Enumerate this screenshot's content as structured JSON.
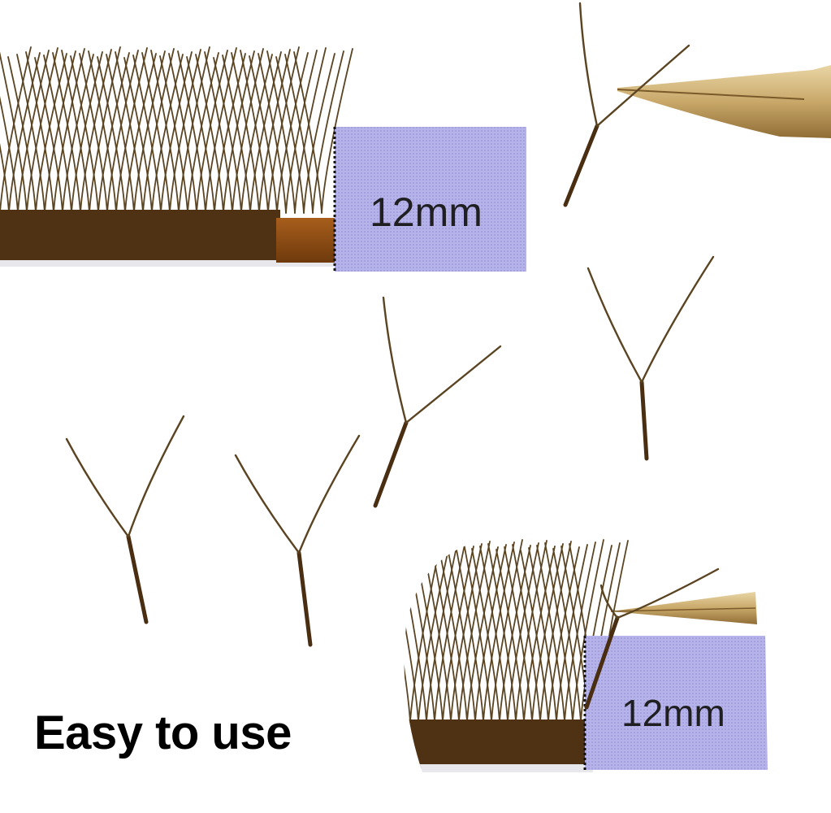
{
  "caption": "Easy to use",
  "top_strip": {
    "length_label": "12mm"
  },
  "bottom_strip": {
    "length_label": "12mm"
  },
  "colors": {
    "lash": "#5a4422",
    "lash_base": "#4a2e12",
    "strip_tape": "#8a4a12",
    "ruler_card": "#b3b0e6",
    "tweezer_gold": "#c9a86a",
    "background": "#ffffff"
  },
  "icons": {
    "top_tweezer": "tweezer-icon",
    "bottom_tweezer": "tweezer-icon"
  },
  "single_lash_fan_count": 6
}
